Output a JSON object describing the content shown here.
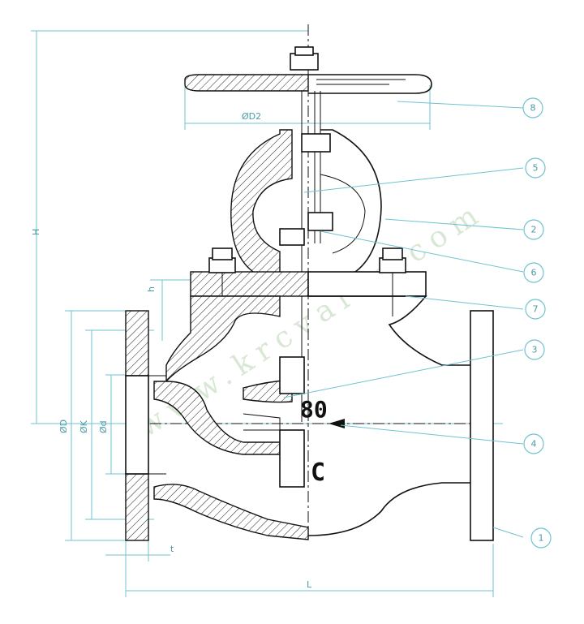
{
  "dimensions": {
    "H": "H",
    "D2": "ØD2",
    "h": "h",
    "D": "ØD",
    "K": "ØK",
    "d": "Ød",
    "t": "t",
    "L": "L"
  },
  "callouts": [
    "8",
    "5",
    "2",
    "6",
    "7",
    "3",
    "4",
    "1"
  ],
  "body_marks": {
    "size": "80",
    "material": "C"
  },
  "watermark": "www.krcvalve.com",
  "colors": {
    "dimension_lines": "#6fc3cf",
    "outline": "#111111",
    "watermark": "#b9d6b3"
  }
}
